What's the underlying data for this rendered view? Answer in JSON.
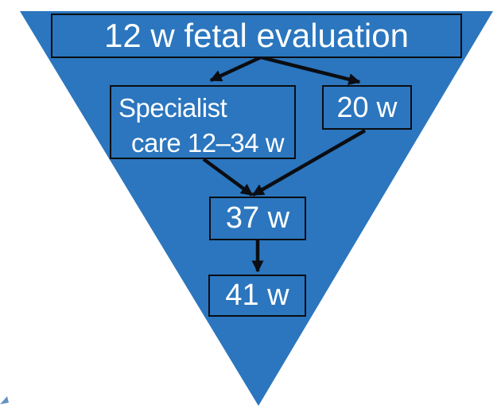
{
  "diagram": {
    "title": "inverted pyramid pregnancy care timeline",
    "type": "funnel-flowchart",
    "colors": {
      "background": "#ffffff",
      "triangle_fill": "#2b76be",
      "box_fill": "#2b76be",
      "box_border": "#0b0d12",
      "arrow": "#0b0d12",
      "text": "#ffffff",
      "corner_artifact": "#4a7fb5"
    },
    "nodes": {
      "root": {
        "label": "12 w fetal evaluation"
      },
      "specialist": {
        "line1": "Specialist",
        "line2": "care 12–34 w"
      },
      "w20": {
        "label": "20 w"
      },
      "w37": {
        "label": "37 w"
      },
      "w41": {
        "label": "41 w"
      }
    },
    "edges": [
      {
        "from": "root",
        "to": "specialist"
      },
      {
        "from": "root",
        "to": "w20"
      },
      {
        "from": "specialist",
        "to": "w37"
      },
      {
        "from": "w20",
        "to": "w37"
      },
      {
        "from": "w37",
        "to": "w41"
      }
    ]
  }
}
